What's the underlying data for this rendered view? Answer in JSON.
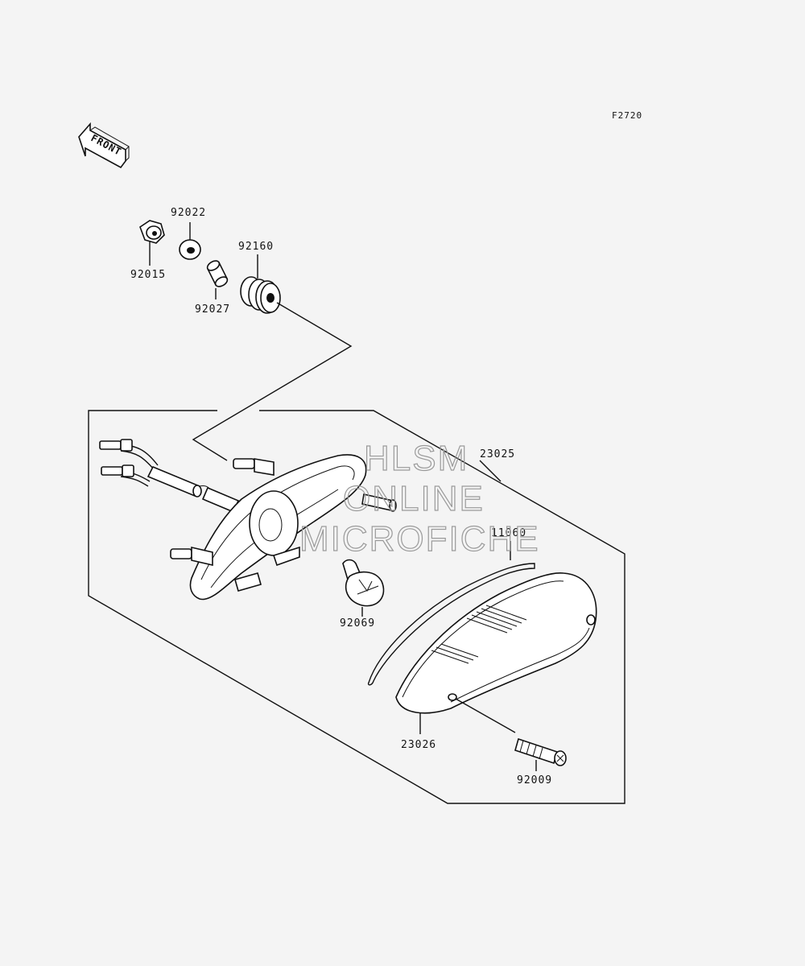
{
  "figure_code": "F2720",
  "front_label": "FRONT",
  "watermark": [
    "HLSM",
    "ONLINE",
    "MICROFICHE"
  ],
  "callouts": [
    {
      "id": "92015"
    },
    {
      "id": "92022"
    },
    {
      "id": "92027"
    },
    {
      "id": "92160"
    },
    {
      "id": "23025"
    },
    {
      "id": "11060"
    },
    {
      "id": "92069"
    },
    {
      "id": "23026"
    },
    {
      "id": "92009"
    }
  ]
}
